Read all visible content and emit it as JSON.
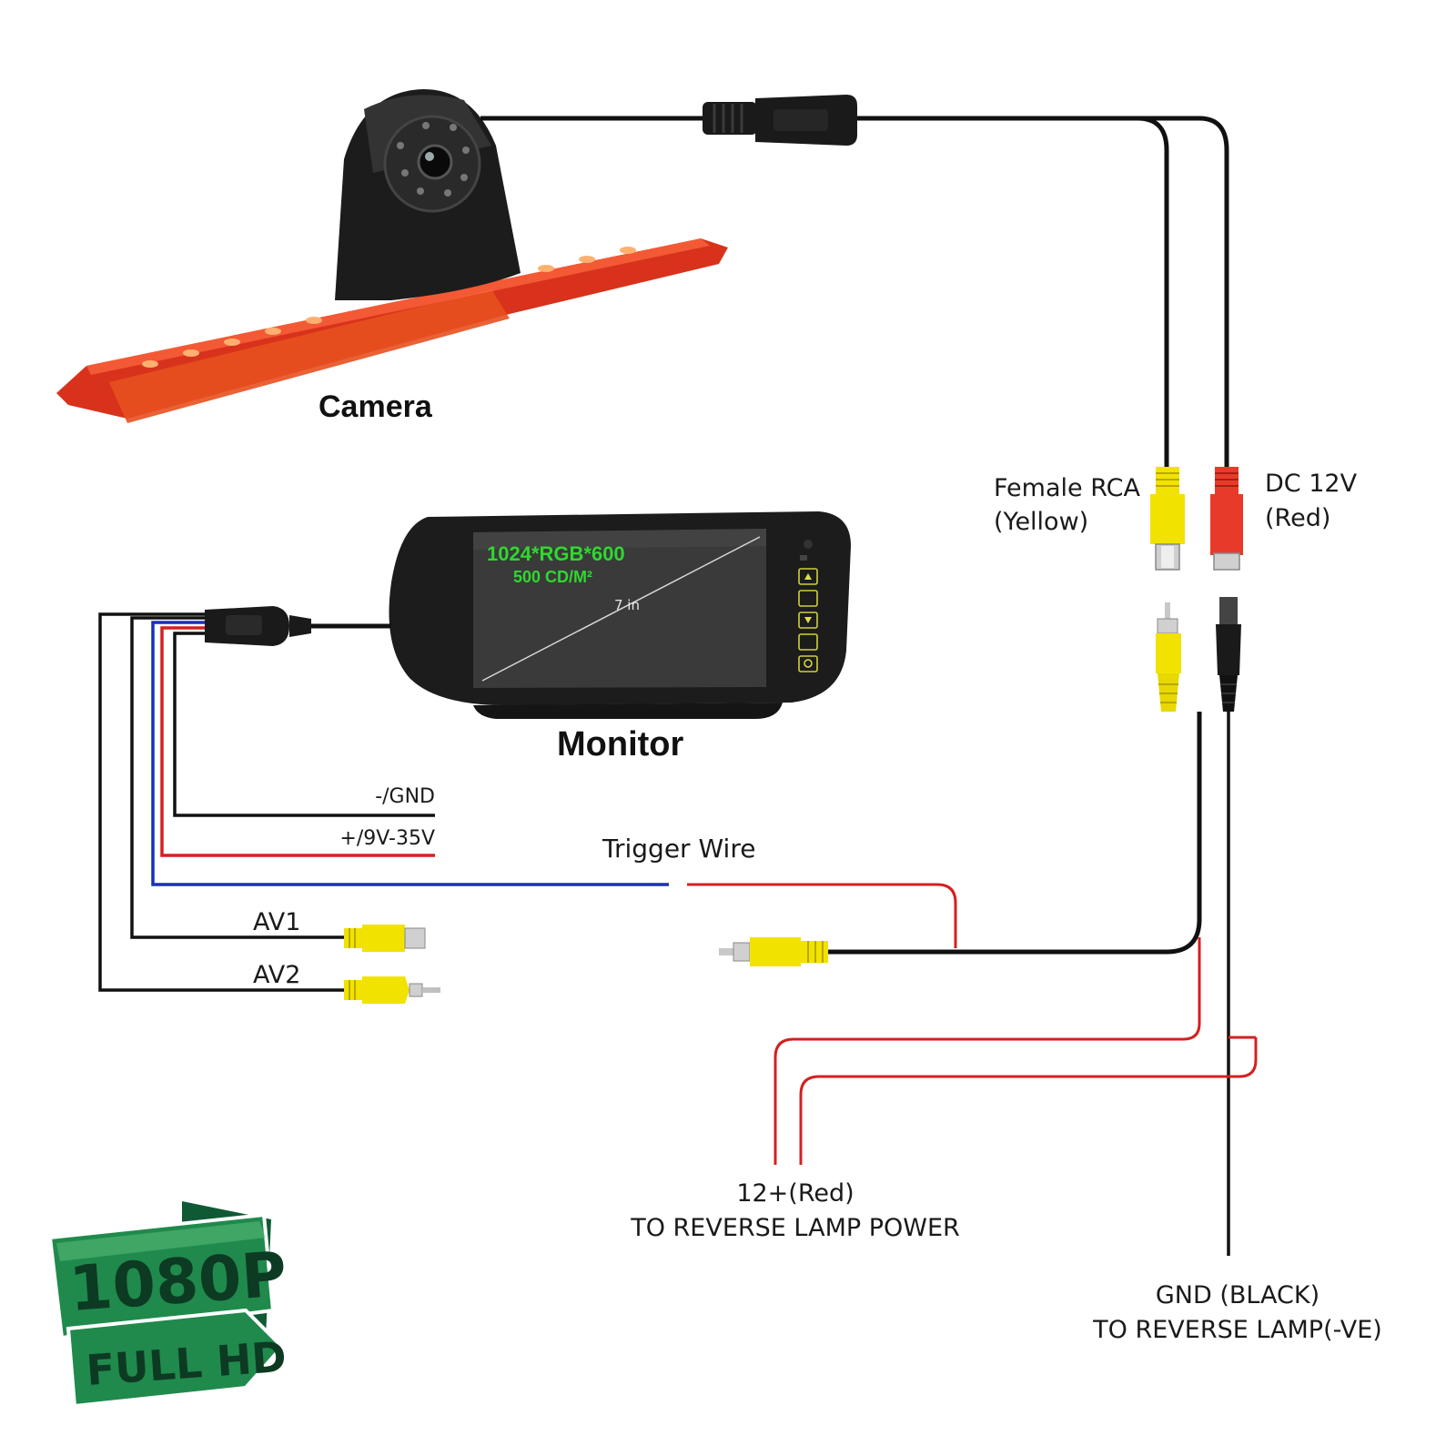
{
  "labels": {
    "camera": "Camera",
    "monitor": "Monitor",
    "female_rca_line1": "Female RCA",
    "female_rca_line2": "(Yellow)",
    "dc_line1": "DC 12V",
    "dc_line2": "(Red)",
    "gnd_wire": "-/GND",
    "power_wire": "+/9V-35V",
    "trigger_wire": "Trigger Wire",
    "av1": "AV1",
    "av2": "AV2",
    "reverse_power_line1": "12+(Red)",
    "reverse_power_line2": "TO REVERSE LAMP POWER",
    "reverse_gnd_line1": "GND (BLACK)",
    "reverse_gnd_line2": "TO REVERSE LAMP(-VE)"
  },
  "monitor_screen": {
    "resolution": "1024*RGB*600",
    "brightness": "500 CD/M²",
    "size": "7 in"
  },
  "badge": {
    "line1": "1080P",
    "line2": "FULL HD"
  },
  "colors": {
    "wire_black": "#111111",
    "wire_red": "#d42020",
    "wire_blue": "#1a2fb8",
    "rca_yellow": "#f2e200",
    "dc_red": "#e83a2a",
    "light_bar_red": "#d8321c",
    "badge_green": "#1f8a4c",
    "screen_text_green": "#2fd82f"
  }
}
